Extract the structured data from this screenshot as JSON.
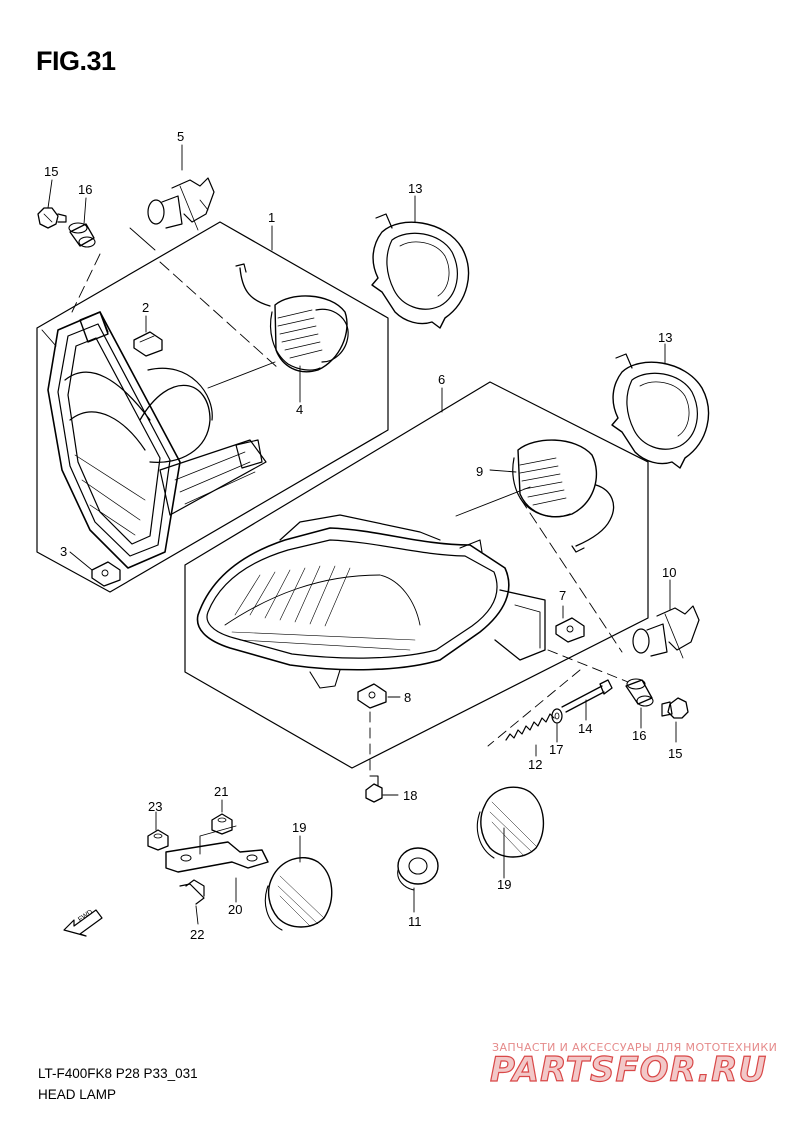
{
  "figure": {
    "title": "FIG.31",
    "model_code": "LT-F400FK8 P28 P33_031",
    "part_name": "HEAD LAMP"
  },
  "watermark": {
    "subtitle": "ЗАПЧАСТИ И АКСЕССУАРЫ ДЛЯ МОТОТЕХНИКИ",
    "brand": "PARTSFOR.RU",
    "brand_color": "#d94848"
  },
  "callouts": {
    "c1": "1",
    "c2": "2",
    "c3": "3",
    "c4": "4",
    "c5": "5",
    "c6": "6",
    "c7": "7",
    "c8": "8",
    "c9": "9",
    "c10": "10",
    "c11": "11",
    "c12": "12",
    "c13a": "13",
    "c13b": "13",
    "c14": "14",
    "c15a": "15",
    "c15b": "15",
    "c16a": "16",
    "c16b": "16",
    "c17": "17",
    "c18": "18",
    "c19a": "19",
    "c19b": "19",
    "c20": "20",
    "c21": "21",
    "c22": "22",
    "c23": "23"
  },
  "direction_arrow": {
    "label": "FWD",
    "icon": "forward-arrow-icon"
  }
}
